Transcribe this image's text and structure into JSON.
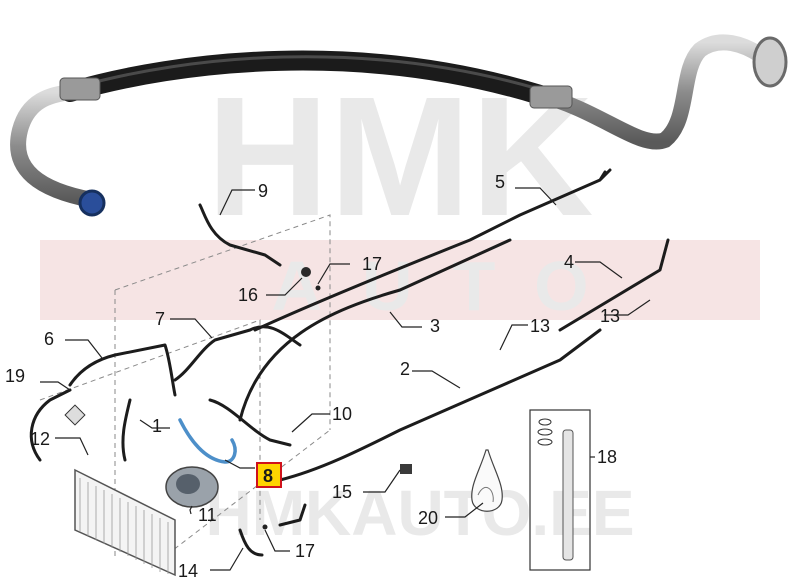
{
  "watermark": {
    "brand": "HMK",
    "sub": "AUTO",
    "site": "HMKAUTO.EE",
    "colors": {
      "grey": "#e9e9e9",
      "red": "#f3d6d6"
    }
  },
  "highlight": {
    "label": "8",
    "fill": "#ffd400",
    "border": "#d0121b"
  },
  "callouts": {
    "c1": "1",
    "c2": "2",
    "c3": "3",
    "c4": "4",
    "c5": "5",
    "c6": "6",
    "c7": "7",
    "c9": "9",
    "c10": "10",
    "c11": "11",
    "c12": "12",
    "c13a": "13",
    "c13b": "13",
    "c14": "14",
    "c15": "15",
    "c16": "16",
    "c17a": "17",
    "c17b": "17",
    "c18": "18",
    "c19": "19",
    "c20": "20"
  }
}
